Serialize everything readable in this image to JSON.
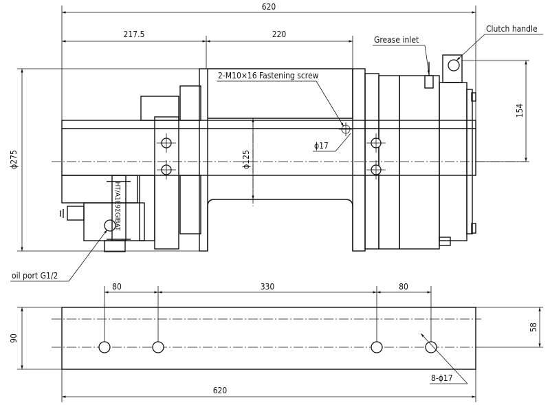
{
  "dimensions": {
    "overall_length_top": "620",
    "motor_side_length": "217.5",
    "drum_length": "220",
    "height_dia": "ϕ275",
    "drum_dia": "ϕ125",
    "hole_dia_top": "ϕ17",
    "clutch_height": "154",
    "base_pitch_left": "80",
    "base_pitch_mid": "330",
    "base_pitch_right": "80",
    "base_width": "90",
    "base_hole_offset": "58",
    "overall_length_bottom": "620",
    "base_holes": "8-ϕ17"
  },
  "callouts": {
    "fastening_screw": "2-M10×16 Fastening screw",
    "grease_inlet": "Grease inlet",
    "clutch_handle": "Clutch handle",
    "oil_port": "oil port G1/2",
    "motor_plate": "HT/A1E9ΣGIBAT"
  }
}
